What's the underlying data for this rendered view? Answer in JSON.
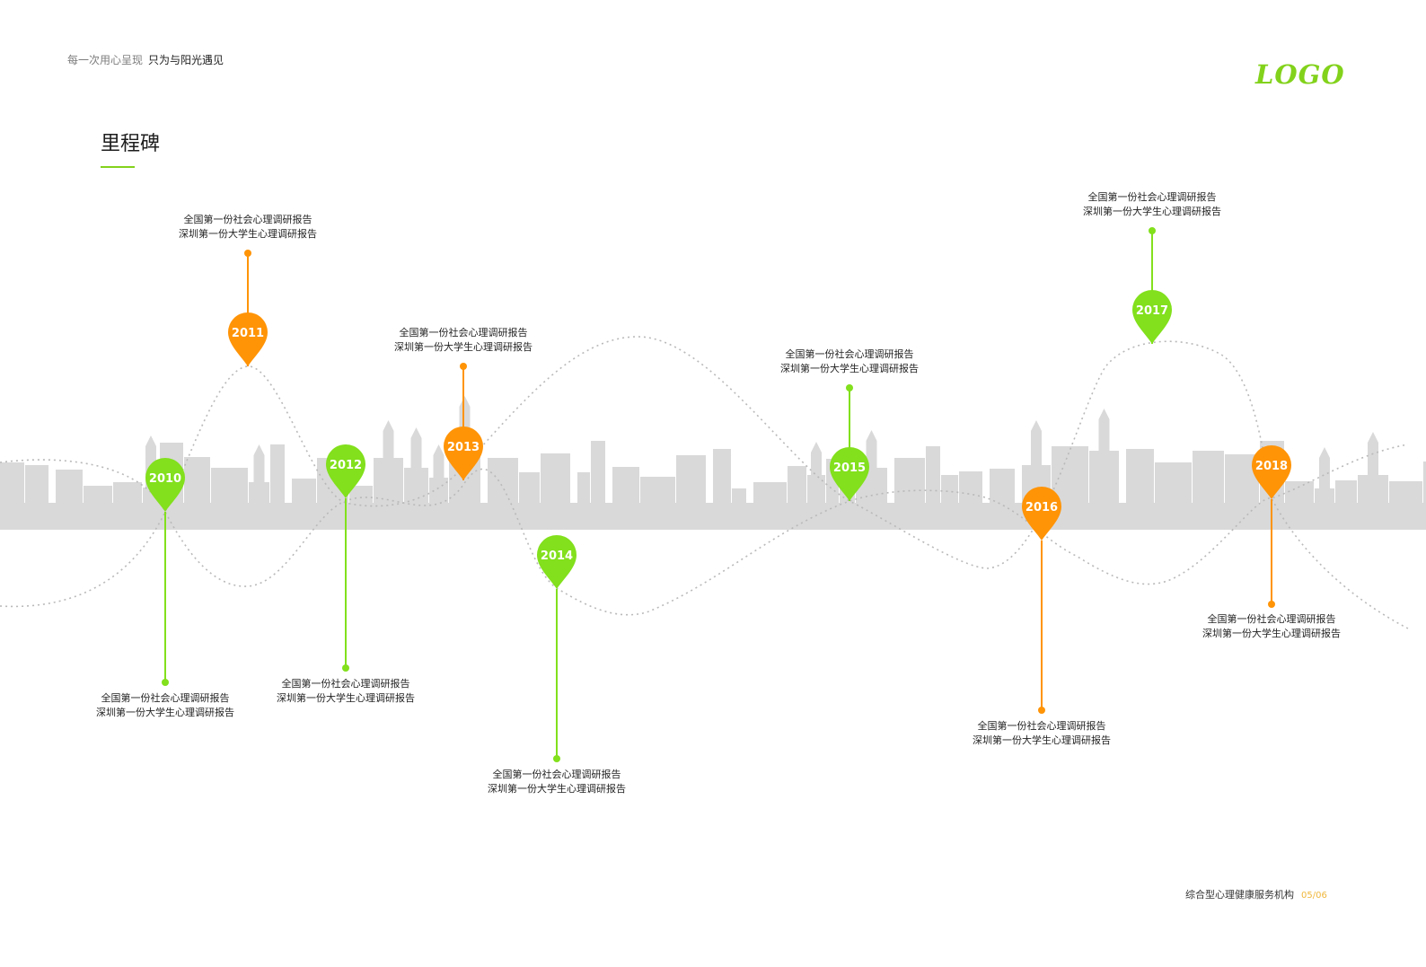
{
  "header": {
    "slogan_light": "每一次用心呈现",
    "slogan_bold": "只为与阳光遇见",
    "logo": "LOGO"
  },
  "page": {
    "title": "里程碑"
  },
  "colors": {
    "green": "#82e01c",
    "orange": "#ff9407",
    "skyline": "#d9d9d9",
    "logo": "#82d21b"
  },
  "milestones": [
    {
      "year": "2010",
      "color": "green",
      "line1": "全国第一份社会心理调研报告",
      "line2": "深圳第一份大学生心理调研报告"
    },
    {
      "year": "2011",
      "color": "orange",
      "line1": "全国第一份社会心理调研报告",
      "line2": "深圳第一份大学生心理调研报告"
    },
    {
      "year": "2012",
      "color": "green",
      "line1": "全国第一份社会心理调研报告",
      "line2": "深圳第一份大学生心理调研报告"
    },
    {
      "year": "2013",
      "color": "orange",
      "line1": "全国第一份社会心理调研报告",
      "line2": "深圳第一份大学生心理调研报告"
    },
    {
      "year": "2014",
      "color": "green",
      "line1": "全国第一份社会心理调研报告",
      "line2": "深圳第一份大学生心理调研报告"
    },
    {
      "year": "2015",
      "color": "green",
      "line1": "全国第一份社会心理调研报告",
      "line2": "深圳第一份大学生心理调研报告"
    },
    {
      "year": "2016",
      "color": "orange",
      "line1": "全国第一份社会心理调研报告",
      "line2": "深圳第一份大学生心理调研报告"
    },
    {
      "year": "2017",
      "color": "green",
      "line1": "全国第一份社会心理调研报告",
      "line2": "深圳第一份大学生心理调研报告"
    },
    {
      "year": "2018",
      "color": "orange",
      "line1": "全国第一份社会心理调研报告",
      "line2": "深圳第一份大学生心理调研报告"
    }
  ],
  "footer": {
    "org": "综合型心理健康服务机构",
    "page": "05/06"
  }
}
